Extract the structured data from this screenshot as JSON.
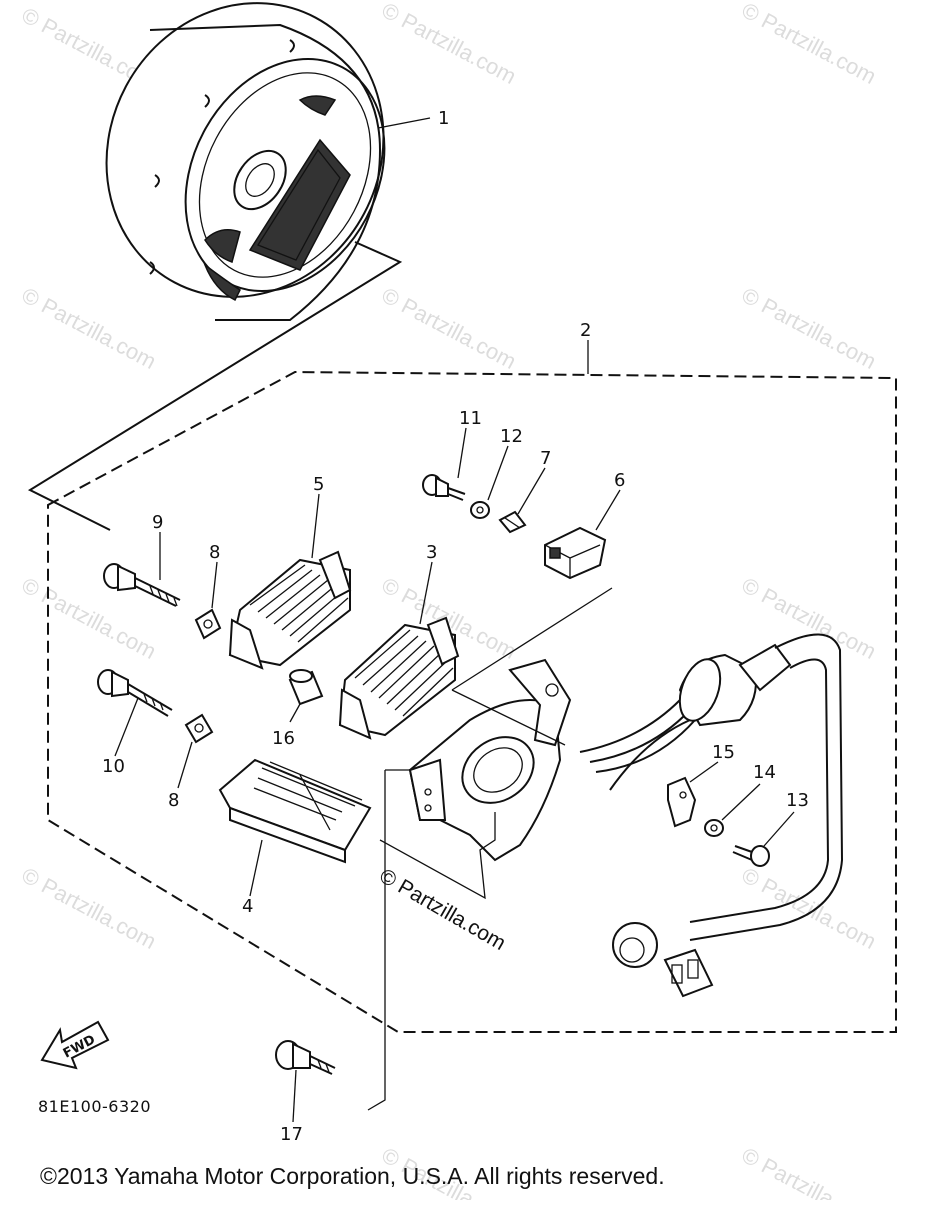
{
  "watermark": {
    "text": "© Partzilla.com"
  },
  "center_watermark": {
    "text": "© Partzilla.com"
  },
  "diagram_code": "81E100-6320",
  "fwd_label": "FWD",
  "copyright": "©2013 Yamaha Motor Corporation, U.S.A. All rights reserved.",
  "callouts": {
    "c1": "1",
    "c2": "2",
    "c3": "3",
    "c4": "4",
    "c5": "5",
    "c6": "6",
    "c7": "7",
    "c8a": "8",
    "c8b": "8",
    "c9": "9",
    "c10": "10",
    "c11": "11",
    "c12": "12",
    "c13": "13",
    "c14": "14",
    "c15": "15",
    "c16": "16",
    "c17": "17"
  }
}
